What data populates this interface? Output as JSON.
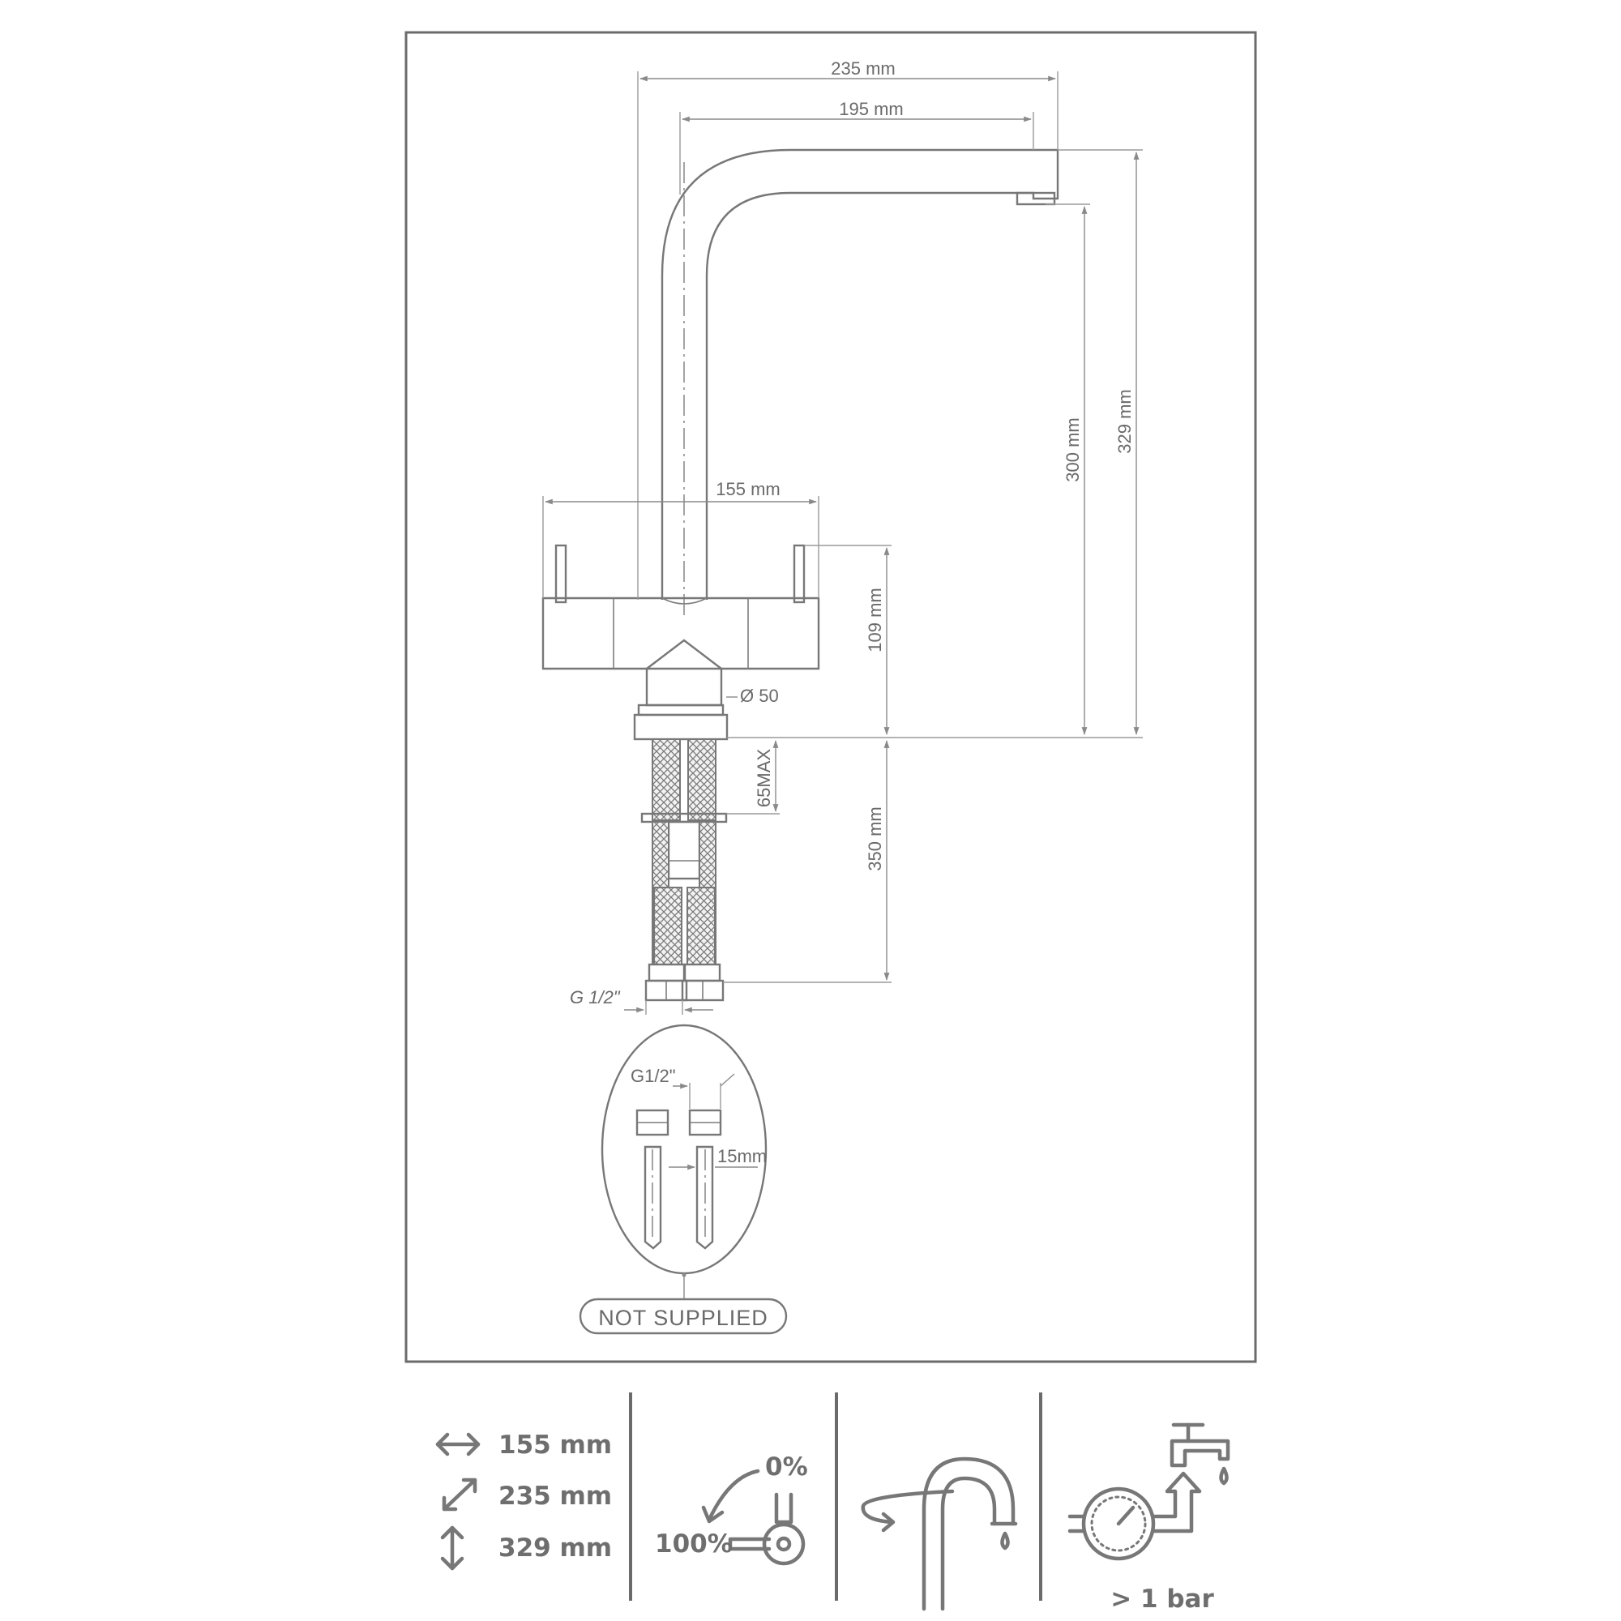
{
  "dimensions": {
    "spout_reach": "235 mm",
    "spout_inner_reach": "195 mm",
    "body_width": "155 mm",
    "spout_height": "300 mm",
    "total_height": "329 mm",
    "body_height": "109 mm",
    "base_diameter": "Ø 50",
    "mount_thickness": "65MAX",
    "hose_length": "350 mm",
    "hose_thread": "G 1/2\"",
    "detail_thread": "G1/2\"",
    "detail_pipe": "15mm"
  },
  "detail_note": "NOT SUPPLIED",
  "specs": {
    "width": "155 mm",
    "reach": "235 mm",
    "height": "329 mm"
  },
  "flow": {
    "closed": "0%",
    "open": "100%"
  },
  "pressure": "> 1 bar",
  "icons": [
    "arrow-horizontal-icon",
    "arrow-diagonal-icon",
    "arrow-vertical-icon",
    "lever-flow-icon",
    "swivel-spout-icon",
    "pressure-gauge-icon",
    "tap-icon"
  ]
}
